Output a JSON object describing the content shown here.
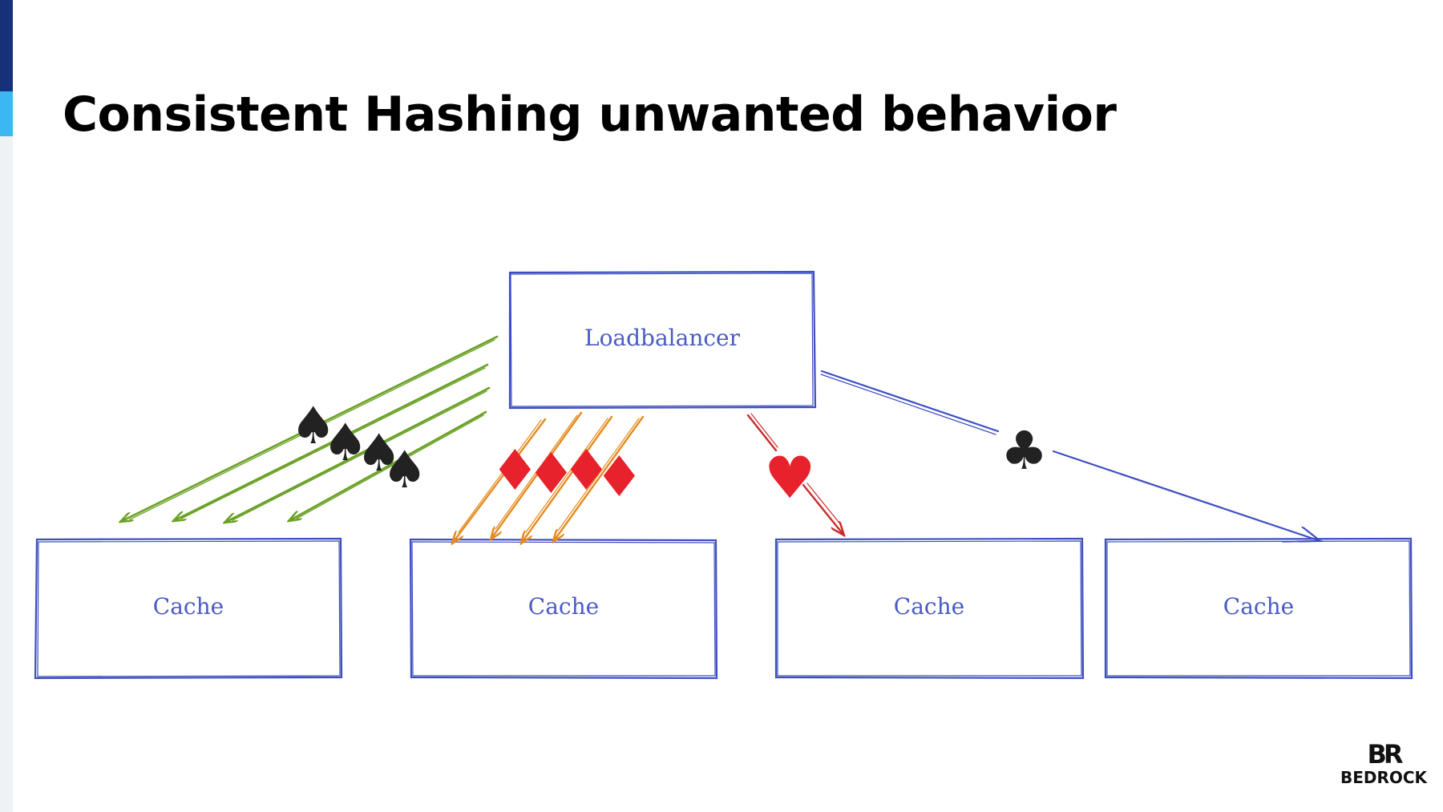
{
  "slide": {
    "title": "Consistent Hashing unwanted behavior"
  },
  "diagram": {
    "loadbalancer": {
      "label": "Loadbalancer"
    },
    "caches": [
      {
        "label": "Cache"
      },
      {
        "label": "Cache"
      },
      {
        "label": "Cache"
      },
      {
        "label": "Cache"
      }
    ],
    "routes": [
      {
        "suit": "spades",
        "glyph": "♠",
        "count": 4,
        "target_cache": 1,
        "color": "#6aa125"
      },
      {
        "suit": "diamonds",
        "glyph": "♦",
        "count": 4,
        "target_cache": 2,
        "color": "#e68a1e"
      },
      {
        "suit": "hearts",
        "glyph": "♥",
        "count": 1,
        "target_cache": 3,
        "color": "#cc2b2b"
      },
      {
        "suit": "clubs",
        "glyph": "♣",
        "count": 1,
        "target_cache": 4,
        "color": "#3d4fc0"
      }
    ],
    "box_color": "#3d4fc0",
    "label_color": "#4a5bc4"
  },
  "brand": {
    "mark": "BR",
    "name": "BEDROCK"
  }
}
